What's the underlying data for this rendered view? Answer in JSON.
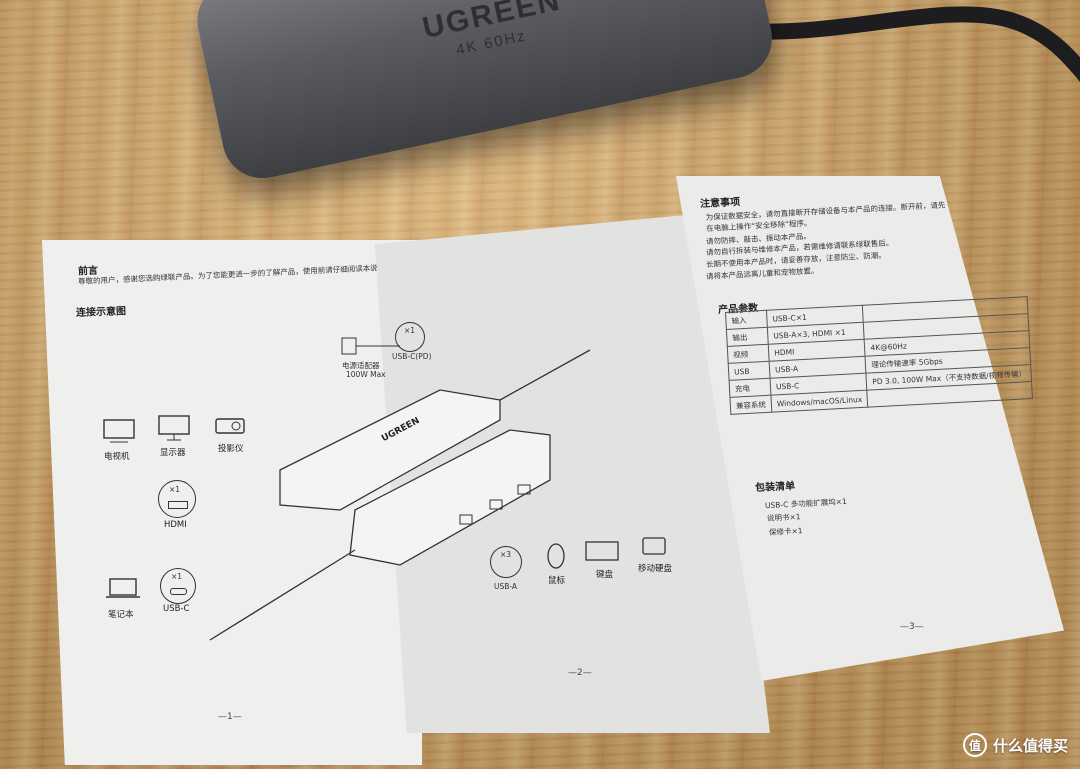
{
  "hub": {
    "logo": "UGREEN",
    "sub": "4K 60Hz"
  },
  "page1": {
    "heading": "前言",
    "intro": "尊敬的用户，感谢您选购绿联产品。为了您能更进一步的了解产品，使用前请仔细阅读本说明书。祝您体验愉快！",
    "section": "连接示意图",
    "devices": [
      "电视机",
      "显示器",
      "投影仪"
    ],
    "hdmi_count": "×1",
    "hdmi_label": "HDMI",
    "laptop": "笔记本",
    "usbc_count": "×1",
    "usbc_label": "USB-C",
    "page_num": "—1—"
  },
  "page2": {
    "adapter": "电源适配器",
    "adapter_power": "100W Max",
    "pd_count": "×1",
    "pd_label": "USB-C(PD)",
    "hub_logo": "UGREEN",
    "usba_count": "×3",
    "usba_label": "USB-A",
    "mouse": "鼠标",
    "keyboard": "键盘",
    "hdd": "移动硬盘",
    "page_num": "—2—"
  },
  "page3": {
    "notice_title": "注意事项",
    "notices": [
      "为保证数据安全，请勿直接断开存储设备与本产品的连接。断开前，请先在电脑上操作“安全移除”程序。",
      "请勿防摔、敲击、振动本产品。",
      "请勿自行拆装与维修本产品，若需维修请联系绿联售后。",
      "长期不使用本产品时，请妥善存放，注意防尘、防潮。",
      "请将本产品远离儿童和宠物放置。"
    ],
    "params_title": "产品参数",
    "params": [
      [
        "输入",
        "USB-C×1",
        ""
      ],
      [
        "输出",
        "USB-A×3, HDMI ×1",
        ""
      ],
      [
        "视频",
        "HDMI",
        "4K@60Hz"
      ],
      [
        "USB",
        "USB-A",
        "理论传输速率 5Gbps"
      ],
      [
        "充电",
        "USB-C",
        "PD 3.0, 100W Max（不支持数据/视频传输）"
      ],
      [
        "兼容系统",
        "Windows/macOS/Linux",
        ""
      ]
    ],
    "package_title": "包装清单",
    "package_items": [
      "USB-C 多功能扩展坞×1",
      "说明书×1",
      "保修卡×1"
    ],
    "page_num": "—3—"
  },
  "watermark": {
    "symbol": "值",
    "text": "什么值得买"
  },
  "colors": {
    "paper": "#efefed",
    "wood": "#d0a265",
    "hub": "#55575b",
    "ink": "#222222"
  }
}
